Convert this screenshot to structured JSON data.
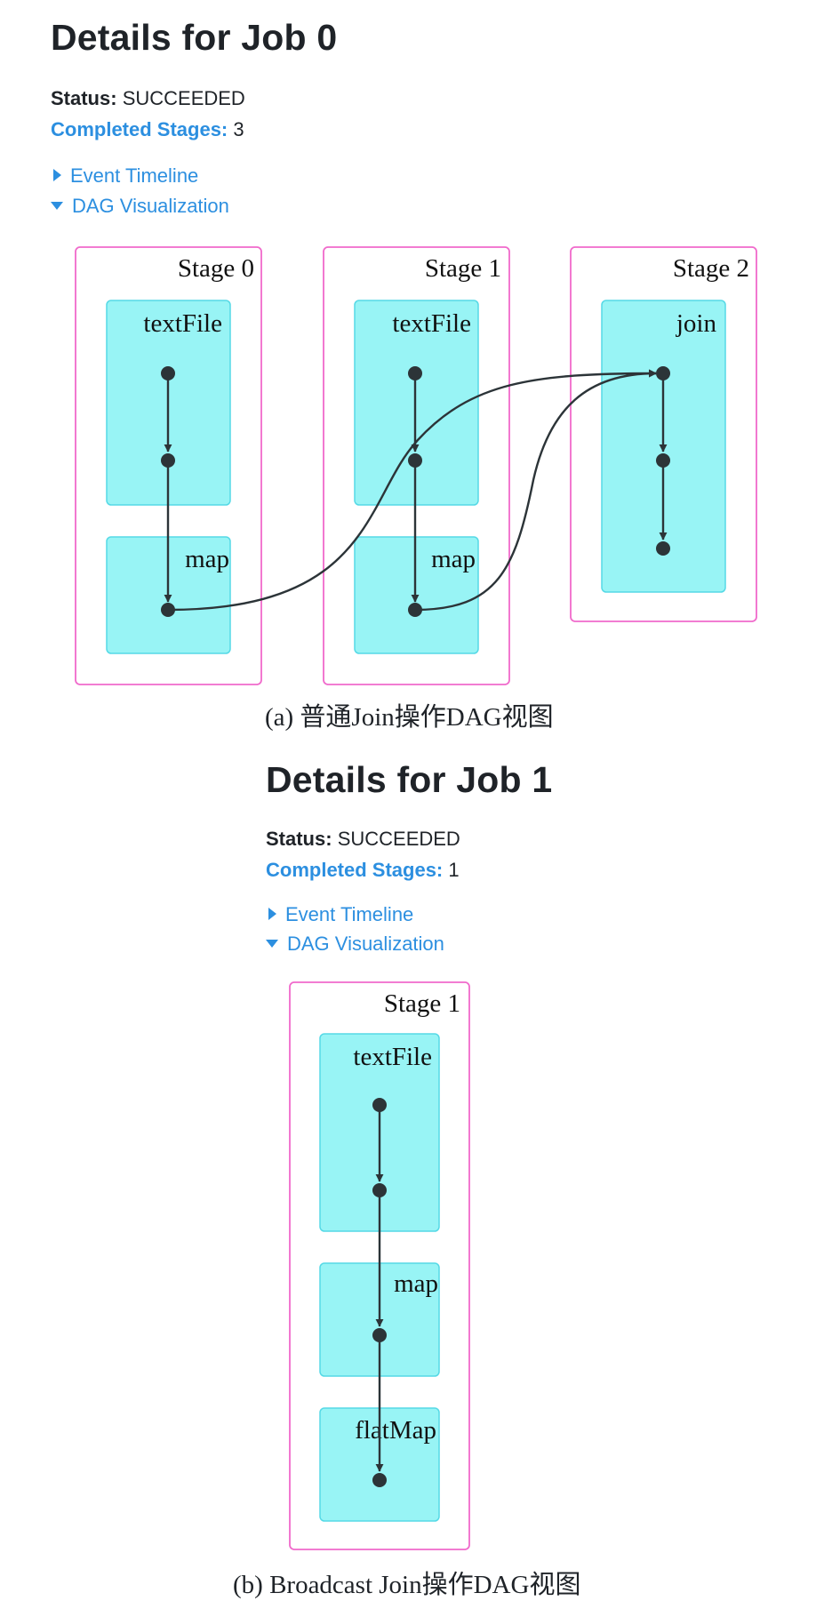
{
  "job0": {
    "title": "Details for Job 0",
    "status_label": "Status:",
    "status_value": "SUCCEEDED",
    "completed_label": "Completed Stages:",
    "completed_value": "3",
    "toggles": {
      "event_timeline": "Event Timeline",
      "dag_visualization": "DAG Visualization"
    },
    "dag": {
      "stages": [
        {
          "label": "Stage 0",
          "ops": [
            "textFile",
            "map"
          ]
        },
        {
          "label": "Stage 1",
          "ops": [
            "textFile",
            "map"
          ]
        },
        {
          "label": "Stage 2",
          "ops": [
            "join"
          ]
        }
      ]
    },
    "caption": "(a) 普通Join操作DAG视图"
  },
  "job1": {
    "title": "Details for Job 1",
    "status_label": "Status:",
    "status_value": "SUCCEEDED",
    "completed_label": "Completed Stages:",
    "completed_value": "1",
    "toggles": {
      "event_timeline": "Event Timeline",
      "dag_visualization": "DAG Visualization"
    },
    "dag": {
      "stages": [
        {
          "label": "Stage 1",
          "ops": [
            "textFile",
            "map",
            "flatMap"
          ]
        }
      ]
    },
    "caption": "(b) Broadcast Join操作DAG视图"
  },
  "colors": {
    "stage_border": "#f06acb",
    "op_fill": "#98f4f5",
    "op_border": "#55d9e6",
    "edge": "#2c3438",
    "link": "#2c8fe0"
  }
}
